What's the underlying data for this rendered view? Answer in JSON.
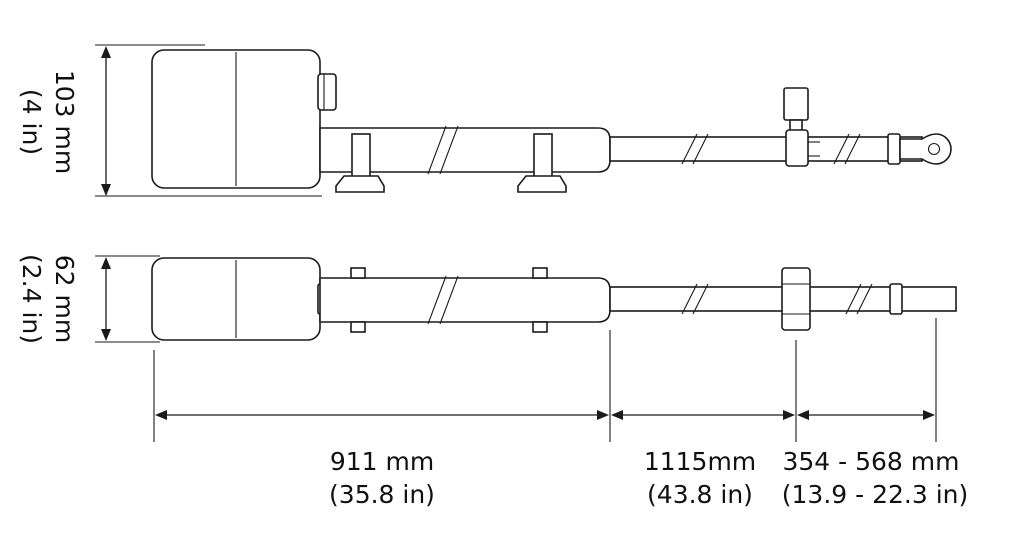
{
  "dimensions": {
    "top_height": {
      "metric": "103 mm",
      "imperial": "(4 in)"
    },
    "bottom_height": {
      "metric": "62 mm",
      "imperial": "(2.4 in)"
    },
    "body_length": {
      "metric": "911 mm",
      "imperial": "(35.8 in)"
    },
    "rod_length": {
      "metric": "1115mm",
      "imperial": "(43.8 in)"
    },
    "stroke_range": {
      "metric": "354 - 568 mm",
      "imperial": "(13.9 - 22.3 in)"
    }
  },
  "colors": {
    "line": "#1a1a1a",
    "background": "#ffffff"
  }
}
